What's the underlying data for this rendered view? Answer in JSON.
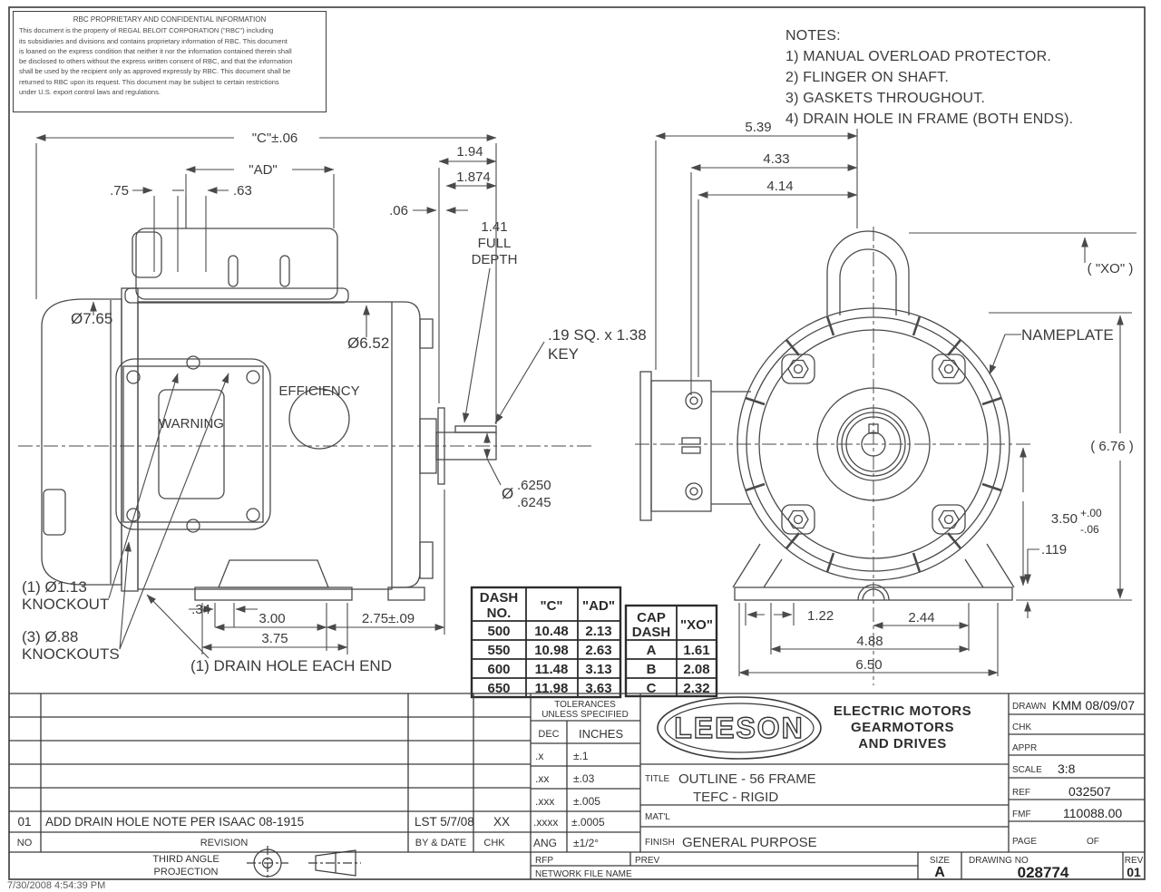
{
  "proprietary": {
    "title": "RBC PROPRIETARY AND CONFIDENTIAL INFORMATION",
    "lines": [
      "This document is the property of REGAL BELOIT CORPORATION (\"RBC\") including",
      "its subsidiaries and divisions and contains proprietary information of RBC.  This document",
      "is loaned on the express condition that neither it nor the information contained therein shall",
      "be disclosed to others without the express written consent of RBC, and that the information",
      "shall be used by the recipient only as approved expressly by RBC.  This document shall be",
      "returned to RBC upon its request.  This document may be subject to certain restrictions",
      "under U.S. export control laws and regulations."
    ]
  },
  "notes": {
    "title": "NOTES:",
    "items": [
      "1) MANUAL OVERLOAD PROTECTOR.",
      "2) FLINGER ON SHAFT.",
      "3) GASKETS THROUGHOUT.",
      "4) DRAIN HOLE IN FRAME (BOTH ENDS)."
    ]
  },
  "side_view": {
    "dim_c": "\"C\"±.06",
    "dim_ad": "\"AD\"",
    "dim_75": ".75",
    "dim_63": ".63",
    "dim_194": "1.94",
    "dim_1874": "1.874",
    "dim_06": ".06",
    "full_depth_1": "1.41",
    "full_depth_2": "FULL",
    "full_depth_3": "DEPTH",
    "dia_765": "Ø7.65",
    "dia_652": "Ø6.52",
    "efficiency": "EFFICIENCY",
    "warning": "WARNING",
    "key_1": ".19 SQ. x 1.38",
    "key_2": "KEY",
    "shaft_dia_sym": "Ø",
    "shaft_dia_hi": ".6250",
    "shaft_dia_lo": ".6245",
    "knockout1_1": "(1) Ø1.13",
    "knockout1_2": "KNOCKOUT",
    "knockout3_1": "(3) Ø.88",
    "knockout3_2": "KNOCKOUTS",
    "dim_34": ".34",
    "dim_300": "3.00",
    "dim_275": "2.75±.09",
    "dim_375": "3.75",
    "drain_note": "(1) DRAIN HOLE EACH END"
  },
  "end_view": {
    "dim_539": "5.39",
    "dim_433": "4.33",
    "dim_414": "4.14",
    "dim_xo": "( \"XO\" )",
    "nameplate": "NAMEPLATE",
    "dim_676": "( 6.76 )",
    "dim_350": "3.50",
    "dim_350_plus": "+.00",
    "dim_350_minus": "-.06",
    "dim_119": ".119",
    "dim_122": "1.22",
    "dim_244": "2.44",
    "dim_488": "4.88",
    "dim_650": "6.50"
  },
  "dash_table": {
    "h_dash_1": "DASH",
    "h_dash_2": "NO.",
    "h_c": "\"C\"",
    "h_ad": "\"AD\"",
    "rows": [
      [
        "500",
        "10.48",
        "2.13"
      ],
      [
        "550",
        "10.98",
        "2.63"
      ],
      [
        "600",
        "11.48",
        "3.13"
      ],
      [
        "650",
        "11.98",
        "3.63"
      ]
    ]
  },
  "cap_table": {
    "h_cap_1": "CAP",
    "h_cap_2": "DASH",
    "h_xo": "\"XO\"",
    "rows": [
      [
        "A",
        "1.61"
      ],
      [
        "B",
        "2.08"
      ],
      [
        "C",
        "2.32"
      ]
    ]
  },
  "tolerances": {
    "title_1": "TOLERANCES",
    "title_2": "UNLESS SPECIFIED",
    "h_dec": "DEC",
    "h_inches": "INCHES",
    "rows": [
      [
        ".x",
        "±.1"
      ],
      [
        ".xx",
        "±.03"
      ],
      [
        ".xxx",
        "±.005"
      ],
      [
        ".xxxx",
        "±.0005"
      ]
    ],
    "ang_label": "ANG",
    "ang_value": "±1/2°"
  },
  "revision_table": {
    "rev_no": "01",
    "rev_text": "ADD DRAIN HOLE NOTE PER ISAAC 08-1915",
    "rev_by": "LST  5/7/08",
    "rev_chk": "XX",
    "no_label": "NO",
    "revision_label": "REVISION",
    "by_label": "BY & DATE",
    "chk_label": "CHK"
  },
  "logo": {
    "name": "LEESON",
    "line1": "ELECTRIC MOTORS",
    "line2": "GEARMOTORS",
    "line3": "AND DRIVES"
  },
  "title_block": {
    "title_label": "TITLE",
    "title_1": "OUTLINE - 56 FRAME",
    "title_2": "TEFC - RIGID",
    "matl_label": "MAT'L",
    "finish_label": "FINISH",
    "finish_value": "GENERAL PURPOSE",
    "drawn_label": "DRAWN",
    "drawn_value": "KMM 08/09/07",
    "chk_label": "CHK",
    "appr_label": "APPR",
    "scale_label": "SCALE",
    "scale_value": "3:8",
    "ref_label": "REF",
    "ref_value": "032507",
    "fmf_label": "FMF",
    "fmf_value": "110088.00",
    "page_label": "PAGE",
    "of_label": "OF"
  },
  "projection": {
    "line1": "THIRD ANGLE",
    "line2": "PROJECTION"
  },
  "doc_strip": {
    "rfp_label": "RFP",
    "prev_label": "PREV",
    "network_label": "NETWORK FILE NAME",
    "size_label": "SIZE",
    "size_value": "A",
    "drawing_no_label": "DRAWING NO",
    "drawing_no_value": "028774",
    "rev_label": "REV",
    "rev_value": "01"
  },
  "footer": {
    "timestamp": "7/30/2008 4:54:39 PM"
  }
}
